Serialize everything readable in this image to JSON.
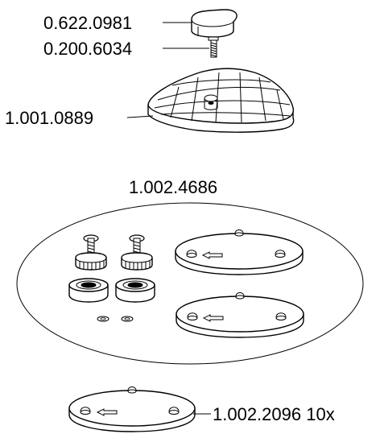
{
  "parts": {
    "knob": {
      "code": "0.622.0981"
    },
    "screw": {
      "code": "0.200.6034"
    },
    "plate": {
      "code": "1.001.0889"
    },
    "kit": {
      "code": "1.002.4686"
    },
    "disc": {
      "code": "1.002.2096 10x"
    }
  },
  "colors": {
    "ink": "#000000",
    "paper": "#ffffff"
  }
}
